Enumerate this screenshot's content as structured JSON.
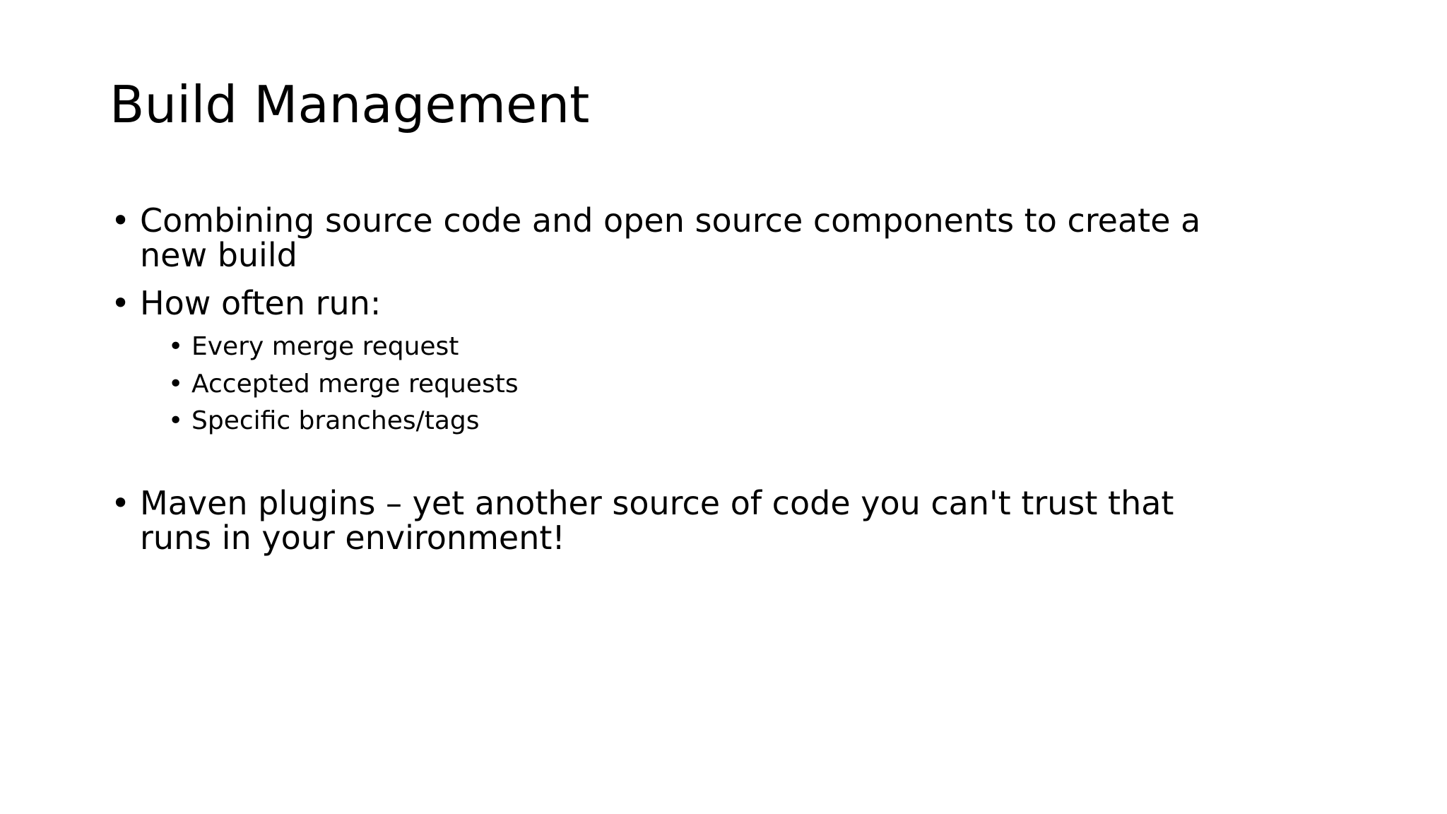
{
  "slide": {
    "title": "Build Management",
    "background_color": "#FFFFFF",
    "text_color": "#000000",
    "bullet_glyph": "•",
    "content": [
      {
        "level": 1,
        "text": "Combining source code and open source components to create a new build"
      },
      {
        "level": 1,
        "text": "How often run:"
      },
      {
        "level": 2,
        "text": "Every merge request"
      },
      {
        "level": 2,
        "text": "Accepted merge requests"
      },
      {
        "level": 2,
        "text": "Specific branches/tags"
      },
      {
        "level": 1,
        "text": "Maven plugins – yet another source of code you can't trust that runs in your environment!"
      }
    ]
  }
}
